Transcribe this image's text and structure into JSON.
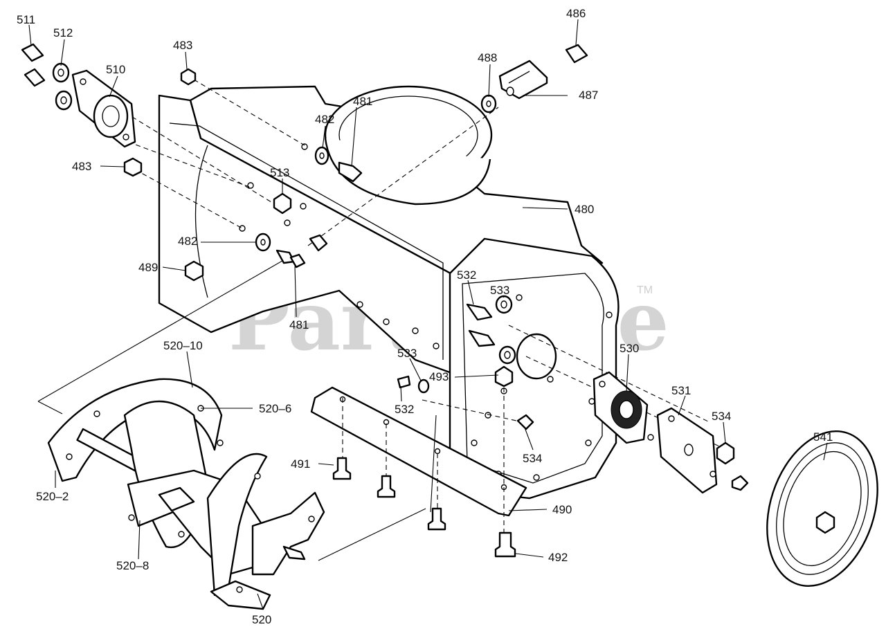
{
  "watermark": {
    "brand": "PartsTree",
    "trademark": "TM"
  },
  "callouts": [
    "511",
    "512",
    "510",
    "483",
    "486",
    "488",
    "487",
    "481",
    "482",
    "483",
    "513",
    "480",
    "482",
    "489",
    "481",
    "532",
    "533",
    "530",
    "520–10",
    "533",
    "493",
    "520–6",
    "532",
    "531",
    "534",
    "541",
    "534",
    "491",
    "520–2",
    "490",
    "520–8",
    "492",
    "520"
  ]
}
